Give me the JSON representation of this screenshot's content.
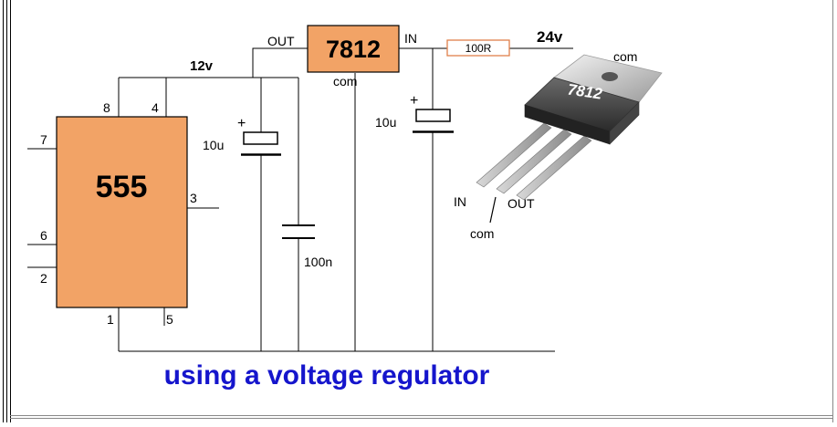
{
  "colors": {
    "chip_fill": "#f2a366",
    "caption_blue": "#1515cc",
    "wire": "#000000",
    "resistor_outline": "#e0804a"
  },
  "ic555": {
    "name": "555",
    "pins": {
      "p1": "1",
      "p2": "2",
      "p3": "3",
      "p4": "4",
      "p5": "5",
      "p6": "6",
      "p7": "7",
      "p8": "8"
    }
  },
  "regulator": {
    "name": "7812",
    "out_label": "OUT",
    "in_label": "IN",
    "com_label": "com"
  },
  "labels": {
    "v12": "12v",
    "v24": "24v",
    "resistor": "100R",
    "cap_in_value": "10u",
    "cap_out_value": "10u",
    "cap_small_value": "100n",
    "plus": "+"
  },
  "package": {
    "marking": "7812",
    "com_label": "com",
    "in_label": "IN",
    "out_label": "OUT",
    "pin_com_label": "com"
  },
  "caption": "using a voltage regulator"
}
